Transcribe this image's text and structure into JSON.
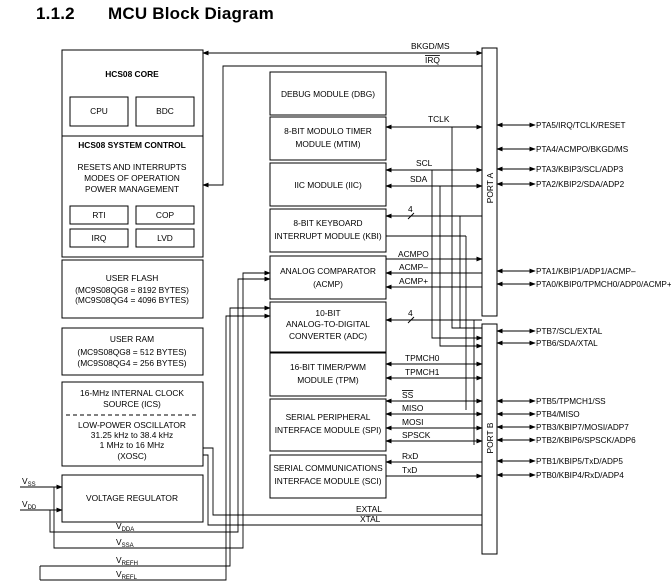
{
  "heading": {
    "number": "1.1.2",
    "text": "MCU Block Diagram"
  },
  "core": {
    "title": "HCS08 CORE",
    "cpu": "CPU",
    "bdc": "BDC"
  },
  "sysctrl": {
    "title": "HCS08 SYSTEM CONTROL",
    "lines": [
      "RESETS AND INTERRUPTS",
      "MODES OF OPERATION",
      "POWER MANAGEMENT"
    ],
    "rti": "RTI",
    "cop": "COP",
    "irq": "IRQ",
    "lvd": "LVD"
  },
  "flash": {
    "lines": [
      "USER FLASH",
      "(MC9S08QG8 = 8192 BYTES)",
      "(MC9S08QG4 = 4096 BYTES)"
    ]
  },
  "ram": {
    "lines": [
      "USER RAM",
      "(MC9S08QG8 = 512 BYTES)",
      "(MC9S08QG4 = 256 BYTES)"
    ]
  },
  "ics": {
    "lines": [
      "16-MHz INTERNAL CLOCK",
      "SOURCE (ICS)"
    ]
  },
  "xosc": {
    "lines": [
      "LOW-POWER OSCILLATOR",
      "31.25 kHz to 38.4 kHz",
      "1 MHz to 16 MHz",
      "(XOSC)"
    ]
  },
  "vreg": {
    "label": "VOLTAGE REGULATOR"
  },
  "modules": {
    "dbg": [
      "DEBUG MODULE (DBG)"
    ],
    "mtim": [
      "8-BIT MODULO TIMER",
      "MODULE (MTIM)"
    ],
    "iic": [
      "IIC MODULE (IIC)"
    ],
    "kbi": [
      "8-BIT KEYBOARD",
      "INTERRUPT MODULE (KBI)"
    ],
    "acmp": [
      "ANALOG COMPARATOR",
      "(ACMP)"
    ],
    "adc": [
      "10-BIT",
      "ANALOG-TO-DIGITAL",
      "CONVERTER (ADC)"
    ],
    "tpm": [
      "16-BIT TIMER/PWM",
      "MODULE (TPM)"
    ],
    "spi": [
      "SERIAL PERIPHERAL",
      "INTERFACE MODULE (SPI)"
    ],
    "sci": [
      "SERIAL COMMUNICATIONS",
      "INTERFACE MODULE (SCI)"
    ]
  },
  "ports": {
    "a": "PORT A",
    "b": "PORT B"
  },
  "signals": {
    "bkgd": "BKGD/MS",
    "irq": "IRQ",
    "tclk": "TCLK",
    "scl": "SCL",
    "sda": "SDA",
    "bus4": "4",
    "acmpo": "ACMPO",
    "acmpm": "ACMP–",
    "acmpp": "ACMP+",
    "tpmch0": "TPMCH0",
    "tpmch1": "TPMCH1",
    "ss": "SS",
    "miso": "MISO",
    "mosi": "MOSI",
    "spsck": "SPSCK",
    "rxd": "RxD",
    "txd": "TxD",
    "extal": "EXTAL",
    "xtal": "XTAL"
  },
  "supplies": {
    "vss": {
      "main": "V",
      "sub": "SS"
    },
    "vdd": {
      "main": "V",
      "sub": "DD"
    },
    "vdda": {
      "main": "V",
      "sub": "DDA"
    },
    "vssa": {
      "main": "V",
      "sub": "SSA"
    },
    "vrefh": {
      "main": "V",
      "sub": "REFH"
    },
    "vrefl": {
      "main": "V",
      "sub": "REFL"
    }
  },
  "pins": {
    "pta5": "PTA5/IRQ/TCLK/RESET",
    "pta4": "PTA4/ACMPO/BKGD/MS",
    "pta3": "PTA3/KBIP3/SCL/ADP3",
    "pta2": "PTA2/KBIP2/SDA/ADP2",
    "pta1": "PTA1/KBIP1/ADP1/ACMP–",
    "pta0": "PTA0/KBIP0/TPMCH0/ADP0/ACMP+",
    "ptb7": "PTB7/SCL/EXTAL",
    "ptb6": "PTB6/SDA/XTAL",
    "ptb5": "PTB5/TPMCH1/SS",
    "ptb4": "PTB4/MISO",
    "ptb3": "PTB3/KBIP7/MOSI/ADP7",
    "ptb2": "PTB2/KBIP6/SPSCK/ADP6",
    "ptb1": "PTB1/KBIP5/TxD/ADP5",
    "ptb0": "PTB0/KBIP4/RxD/ADP4"
  }
}
